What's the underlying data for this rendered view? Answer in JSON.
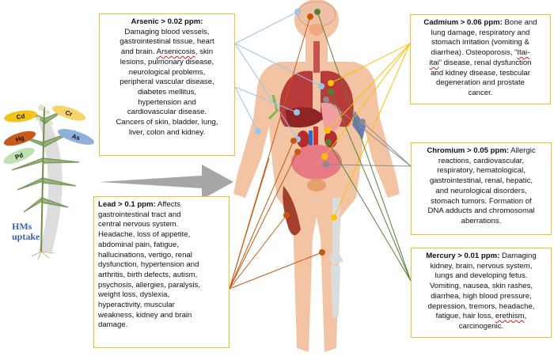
{
  "plant": {
    "label_line1": "HMs",
    "label_line2": "uptake",
    "metals": [
      {
        "symbol": "Cd",
        "color": "#f2c418"
      },
      {
        "symbol": "Cr",
        "color": "#f7d36a"
      },
      {
        "symbol": "Hg",
        "color": "#c9581a"
      },
      {
        "symbol": "As",
        "color": "#8fb0dc"
      },
      {
        "symbol": "Pd",
        "color": "#bfe0b0"
      }
    ]
  },
  "arrow": {
    "color": "#a6a6a6",
    "direction": "right"
  },
  "boxes": {
    "arsenic": {
      "title": "Arsenic > 0.02 ppm:",
      "lines": [
        "Damaging blood vessels,",
        "gastrointestinal tissue, heart",
        "and brain. ",
        "Arsenicosis",
        ", skin",
        "lesions, pulmonary disease,",
        "neurological problems,",
        "peripheral vascular disease,",
        "diabetes mellitus,",
        "hypertension and",
        "cardiovascular disease.",
        "Cancers of skin, bladder, lung,",
        "liver, colon and kidney."
      ],
      "line_color": "#9dc3e6"
    },
    "lead": {
      "title": "Lead > 0.1 ppm:",
      "text_first": " Affects",
      "lines": [
        "gastrointestinal tract and",
        "central nervous system.",
        "Headache, loss of appetite,",
        "abdominal pain, fatigue,",
        "hallucinations, vertigo, renal",
        "dysfunction, hypertension and",
        "arthritis, birth defects, autism,",
        "psychosis, allergies, paralysis,",
        "weight loss, dyslexia,",
        "hyperactivity, muscular",
        "weakness, kidney and brain",
        "damage."
      ],
      "line_color": "#c55a11"
    },
    "cadmium": {
      "title": "Cadmium > 0.06 ppm:",
      "text_first": " Bone and",
      "lines": [
        "lung damage, respiratory and",
        "stomach irritation (vomiting &",
        "diarrhea). Osteoporosis, “",
        "Itai-",
        "itai",
        "” disease, renal dysfunction",
        "and kidney disease, testicular",
        "degeneration and prostate",
        "cancer."
      ],
      "line_color": "#ffc000"
    },
    "chromium": {
      "title": "Chromium > 0.05 ppm:",
      "text_first": " Allergic",
      "lines": [
        "reactions, cardiovascular,",
        "respiratory, hematological,",
        "gastrointestinal, renal, hepatic,",
        "and neurological disorders,",
        "stomach tumors. Formation of",
        "DNA adducts and chromosomal",
        "aberrations."
      ],
      "line_color": "#8c8c8c"
    },
    "mercury": {
      "title": "Mercury > 0.01 ppm:",
      "text_first": " Damaging",
      "lines": [
        "kidney, brain, nervous system,",
        "lungs and developing fetus.",
        "Vomiting, nausea, skin rashes,",
        "diarrhea, high blood pressure,",
        "depression, tremors, headache,",
        "fatigue, hair loss, ",
        "erethism",
        ",",
        "carcinogenic."
      ],
      "line_color": "#548235"
    }
  },
  "body": {
    "skin_color": "#f3c4a3",
    "organs": [
      "brain",
      "thyroid",
      "trachea",
      "lungs",
      "liver",
      "stomach",
      "kidneys",
      "aorta",
      "intestines",
      "bladder",
      "thigh-muscle",
      "femur-bone",
      "arm-vessels",
      "arm-nerve"
    ]
  },
  "colors": {
    "box_border": "#f2c02c",
    "arsenic": "#9dc3e6",
    "lead": "#c55a11",
    "cadmium": "#ffc000",
    "chromium": "#8c8c8c",
    "mercury": "#548235"
  }
}
